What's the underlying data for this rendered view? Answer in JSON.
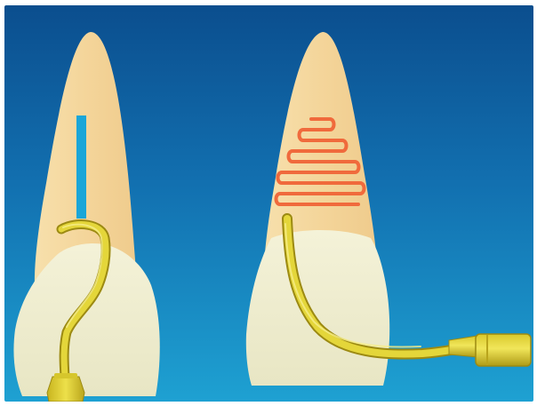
{
  "figure": {
    "panels": [
      {
        "id": "left-tooth",
        "instrument": "angled-tip"
      },
      {
        "id": "right-tooth",
        "instrument": "curved-tip",
        "motion": "zigzag"
      }
    ],
    "colors": {
      "background_top": "#0B4E8E",
      "background_bottom": "#1EA1D2",
      "root": "#F4D9A2",
      "crown": "#EFEFCF",
      "canal": "#1AA6D8",
      "instrument": "#E4D63A",
      "instrument_dark": "#B9A51C",
      "motion": "#F06A3C"
    }
  }
}
